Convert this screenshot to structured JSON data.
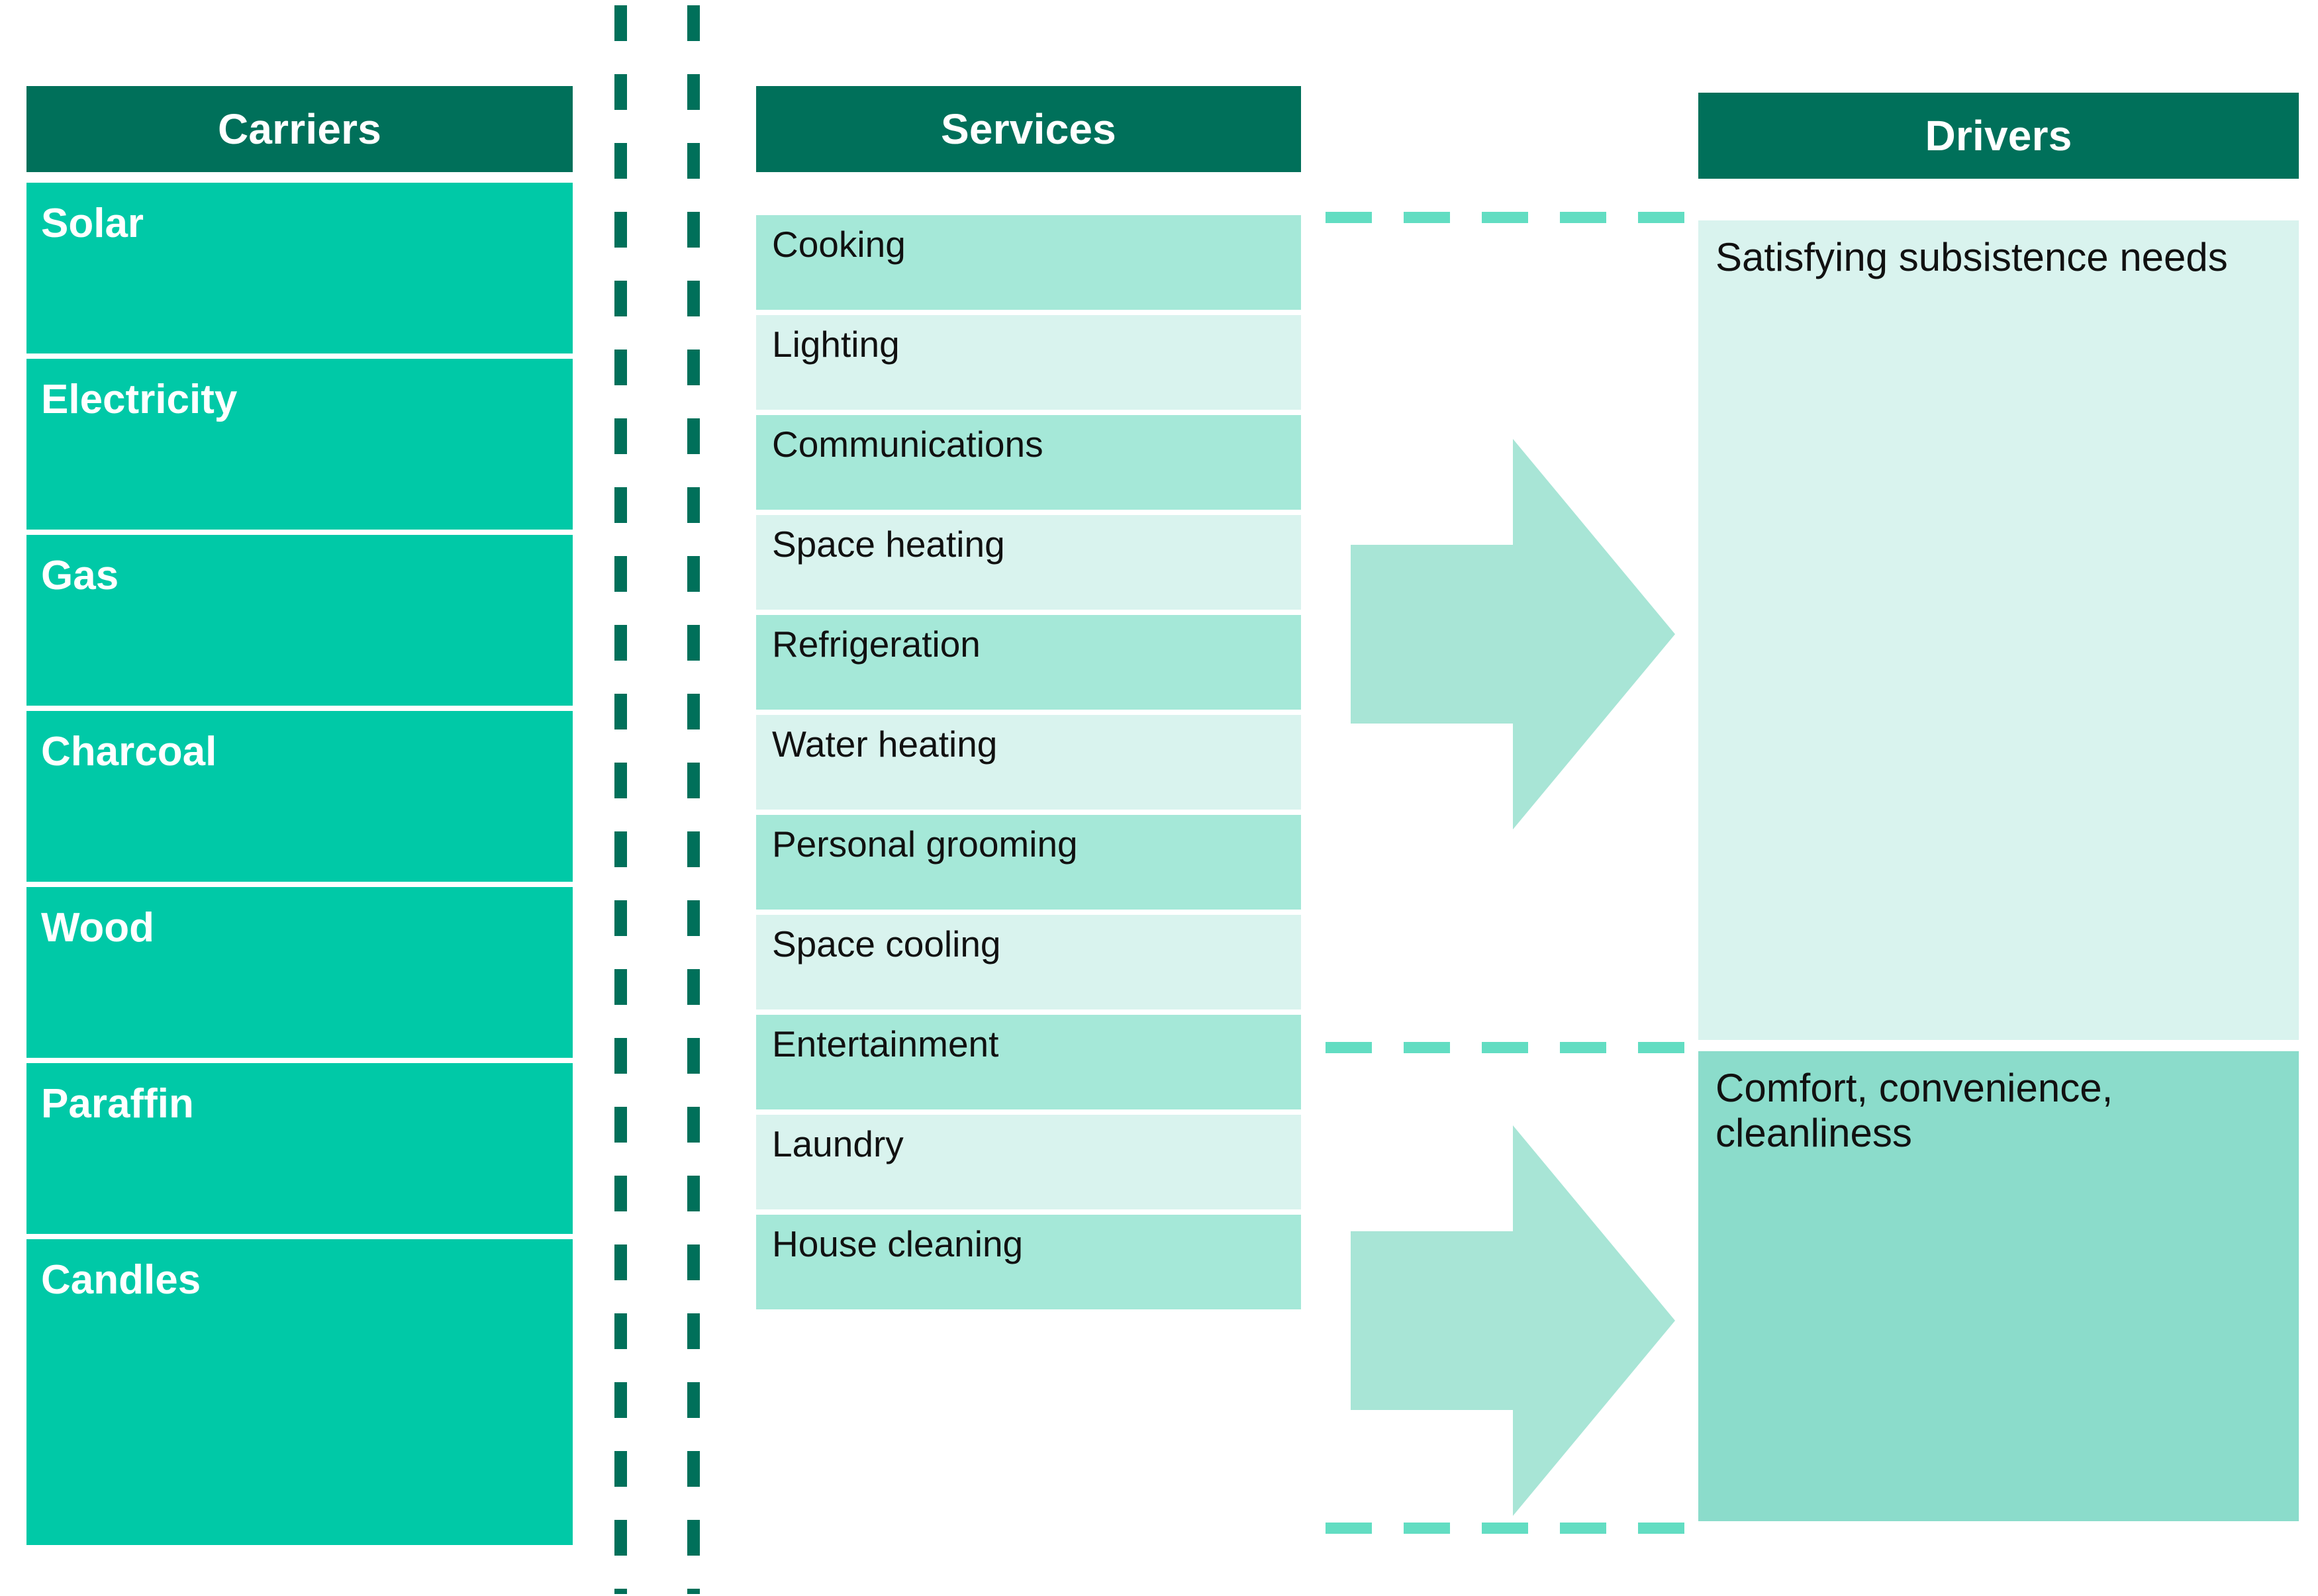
{
  "diagram": {
    "title_hidden": "",
    "colors": {
      "header_green": "#00705A",
      "carrier_teal": "#00C9A7",
      "service_tint_a": "#A5E8D8",
      "service_tint_b": "#D9F3EE",
      "driver_light": "#D9F3EE",
      "driver_medium": "#8BDCCB",
      "arrow_teal": "#A8E5D6",
      "dash_green": "#00705A",
      "dash_teal": "#62DDC2",
      "text_light": "#FFFFFF",
      "text_dark": "#111111"
    }
  },
  "carriers": {
    "header": "Carriers",
    "items": [
      {
        "label": "Solar"
      },
      {
        "label": "Electricity"
      },
      {
        "label": "Gas"
      },
      {
        "label": "Charcoal"
      },
      {
        "label": "Wood"
      },
      {
        "label": "Paraffin"
      },
      {
        "label": "Candles"
      }
    ]
  },
  "services": {
    "header": "Services",
    "items": [
      {
        "label": "Cooking"
      },
      {
        "label": "Lighting"
      },
      {
        "label": "Communications"
      },
      {
        "label": "Space heating"
      },
      {
        "label": "Refrigeration"
      },
      {
        "label": "Water heating"
      },
      {
        "label": "Personal grooming"
      },
      {
        "label": "Space cooling"
      },
      {
        "label": "Entertainment"
      },
      {
        "label": "Laundry"
      },
      {
        "label": "House cleaning"
      }
    ]
  },
  "drivers": {
    "header": "Drivers",
    "items": [
      {
        "label": "Satisfying subsistence needs"
      },
      {
        "label": "Comfort, convenience, cleanliness"
      }
    ]
  }
}
